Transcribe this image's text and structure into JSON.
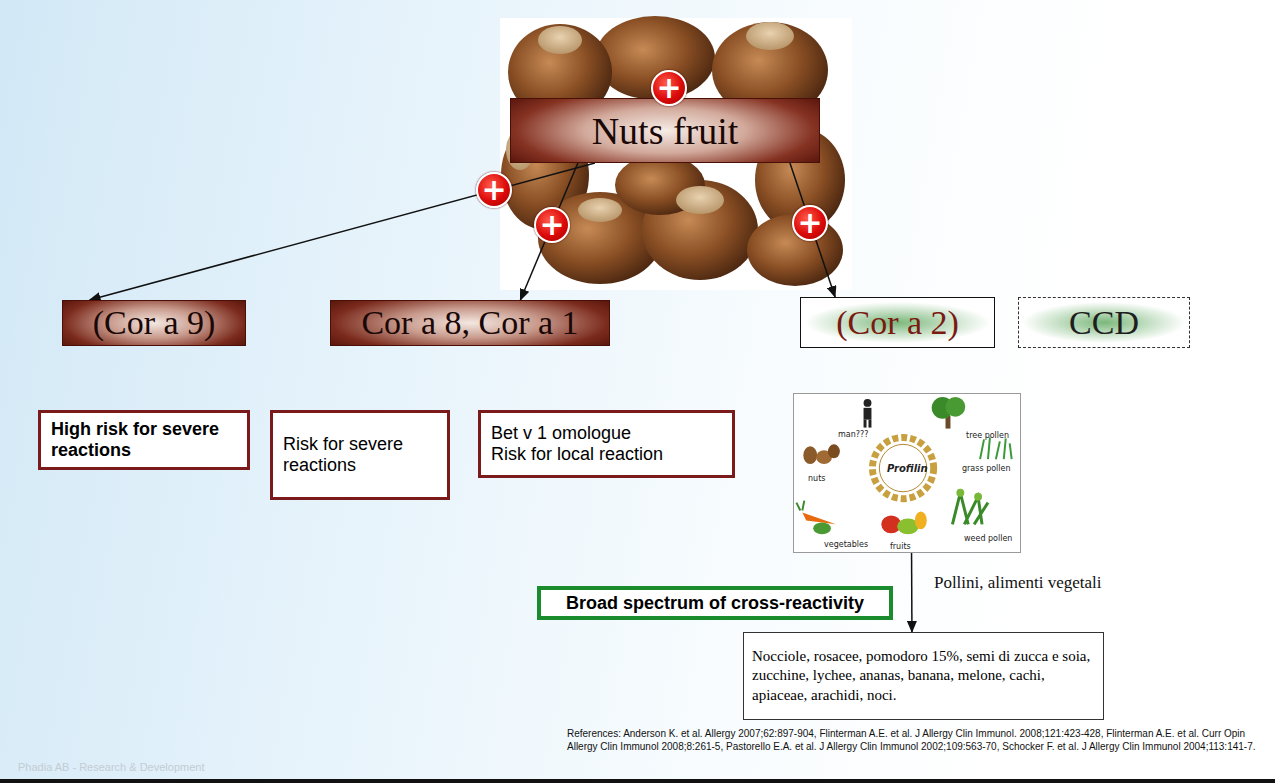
{
  "diagram": {
    "nodes": [
      {
        "text": [
          "+"
        ]
      },
      {
        "text": [
          "Nuts fruit"
        ]
      },
      {
        "text": [
          "+"
        ]
      },
      {
        "text": [
          "+"
        ]
      },
      {
        "text": [
          "+"
        ]
      },
      {
        "text": [
          "(Cor a 9)"
        ]
      },
      {
        "text": [
          "Cor a 8, Cor a 1"
        ]
      },
      {
        "text": [
          "(Cor a 2)"
        ]
      },
      {
        "text": [
          "CCD"
        ]
      },
      {
        "text": [
          "High risk for severe reactions"
        ]
      },
      {
        "text": [
          "Risk for severe reactions"
        ]
      },
      {
        "text": [
          "Bet v 1 omologue",
          "Risk for local reaction"
        ]
      },
      {
        "text": [
          "man???",
          "tree pollen",
          "nuts",
          "Profilin",
          "grass pollen",
          "vegetables",
          "fruits",
          "weed pollen"
        ]
      },
      {
        "text": [
          "Broad spectrum of cross-reactivity"
        ]
      },
      {
        "text": [
          "Nocciole, rosacee, pomodoro 15%, semi di zucca e soia, zucchine, lychee, ananas, banana, melone, cachi, apiaceae, arachidi, noci."
        ]
      }
    ],
    "edges": [
      {
        "from": 1,
        "to": 5,
        "arrow": "to"
      },
      {
        "from": 1,
        "to": 6,
        "arrow": "to"
      },
      {
        "from": 1,
        "to": 7,
        "arrow": "to"
      },
      {
        "from": 12,
        "to": 14,
        "label": "Pollini, alimenti vegetali",
        "arrow": "to"
      }
    ],
    "labels": [
      "References: Anderson K. et al. Allergy 2007;62:897-904, Flinterman A.E. et al. J Allergy Clin Immunol. 2008;121:423-428, Flinterman A.E. et al. Curr Opin Allergy Clin Immunol 2008;8:261-5, Pastorello E.A. et al. J Allergy Clin Immunol 2002;109:563-70, Schocker F. et al. J Allergy Clin Immunol 2004;113:141-7.",
      "Phadia AB - Research & Development"
    ]
  }
}
